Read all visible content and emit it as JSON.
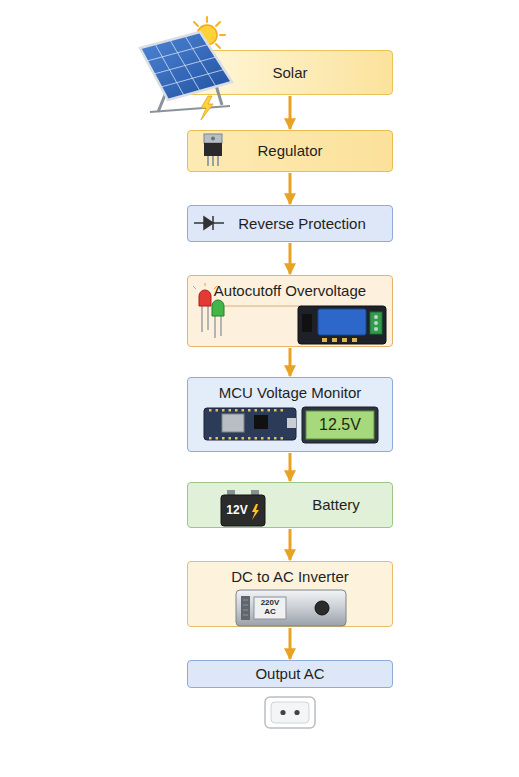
{
  "diagram": {
    "nodes": [
      {
        "text": [
          "Solar"
        ]
      },
      {
        "text": [
          "Regulator"
        ]
      },
      {
        "text": [
          "Reverse Protection"
        ]
      },
      {
        "text": [
          "Autocutoff Overvoltage"
        ]
      },
      {
        "text": [
          "MCU Voltage Monitor"
        ]
      },
      {
        "text": [
          "Battery"
        ]
      },
      {
        "text": [
          "DC to AC Inverter"
        ]
      },
      {
        "text": [
          "Output AC"
        ]
      }
    ],
    "edges": [
      {
        "from": 0,
        "to": 1,
        "arrow": "to"
      },
      {
        "from": 1,
        "to": 2,
        "arrow": "to"
      },
      {
        "from": 2,
        "to": 3,
        "arrow": "to"
      },
      {
        "from": 3,
        "to": 4,
        "arrow": "to"
      },
      {
        "from": 4,
        "to": 5,
        "arrow": "to"
      },
      {
        "from": 5,
        "to": 6,
        "arrow": "to"
      },
      {
        "from": 6,
        "to": 7,
        "arrow": "to"
      }
    ],
    "labels": [
      "12.5V",
      "12V",
      "220V AC"
    ]
  }
}
